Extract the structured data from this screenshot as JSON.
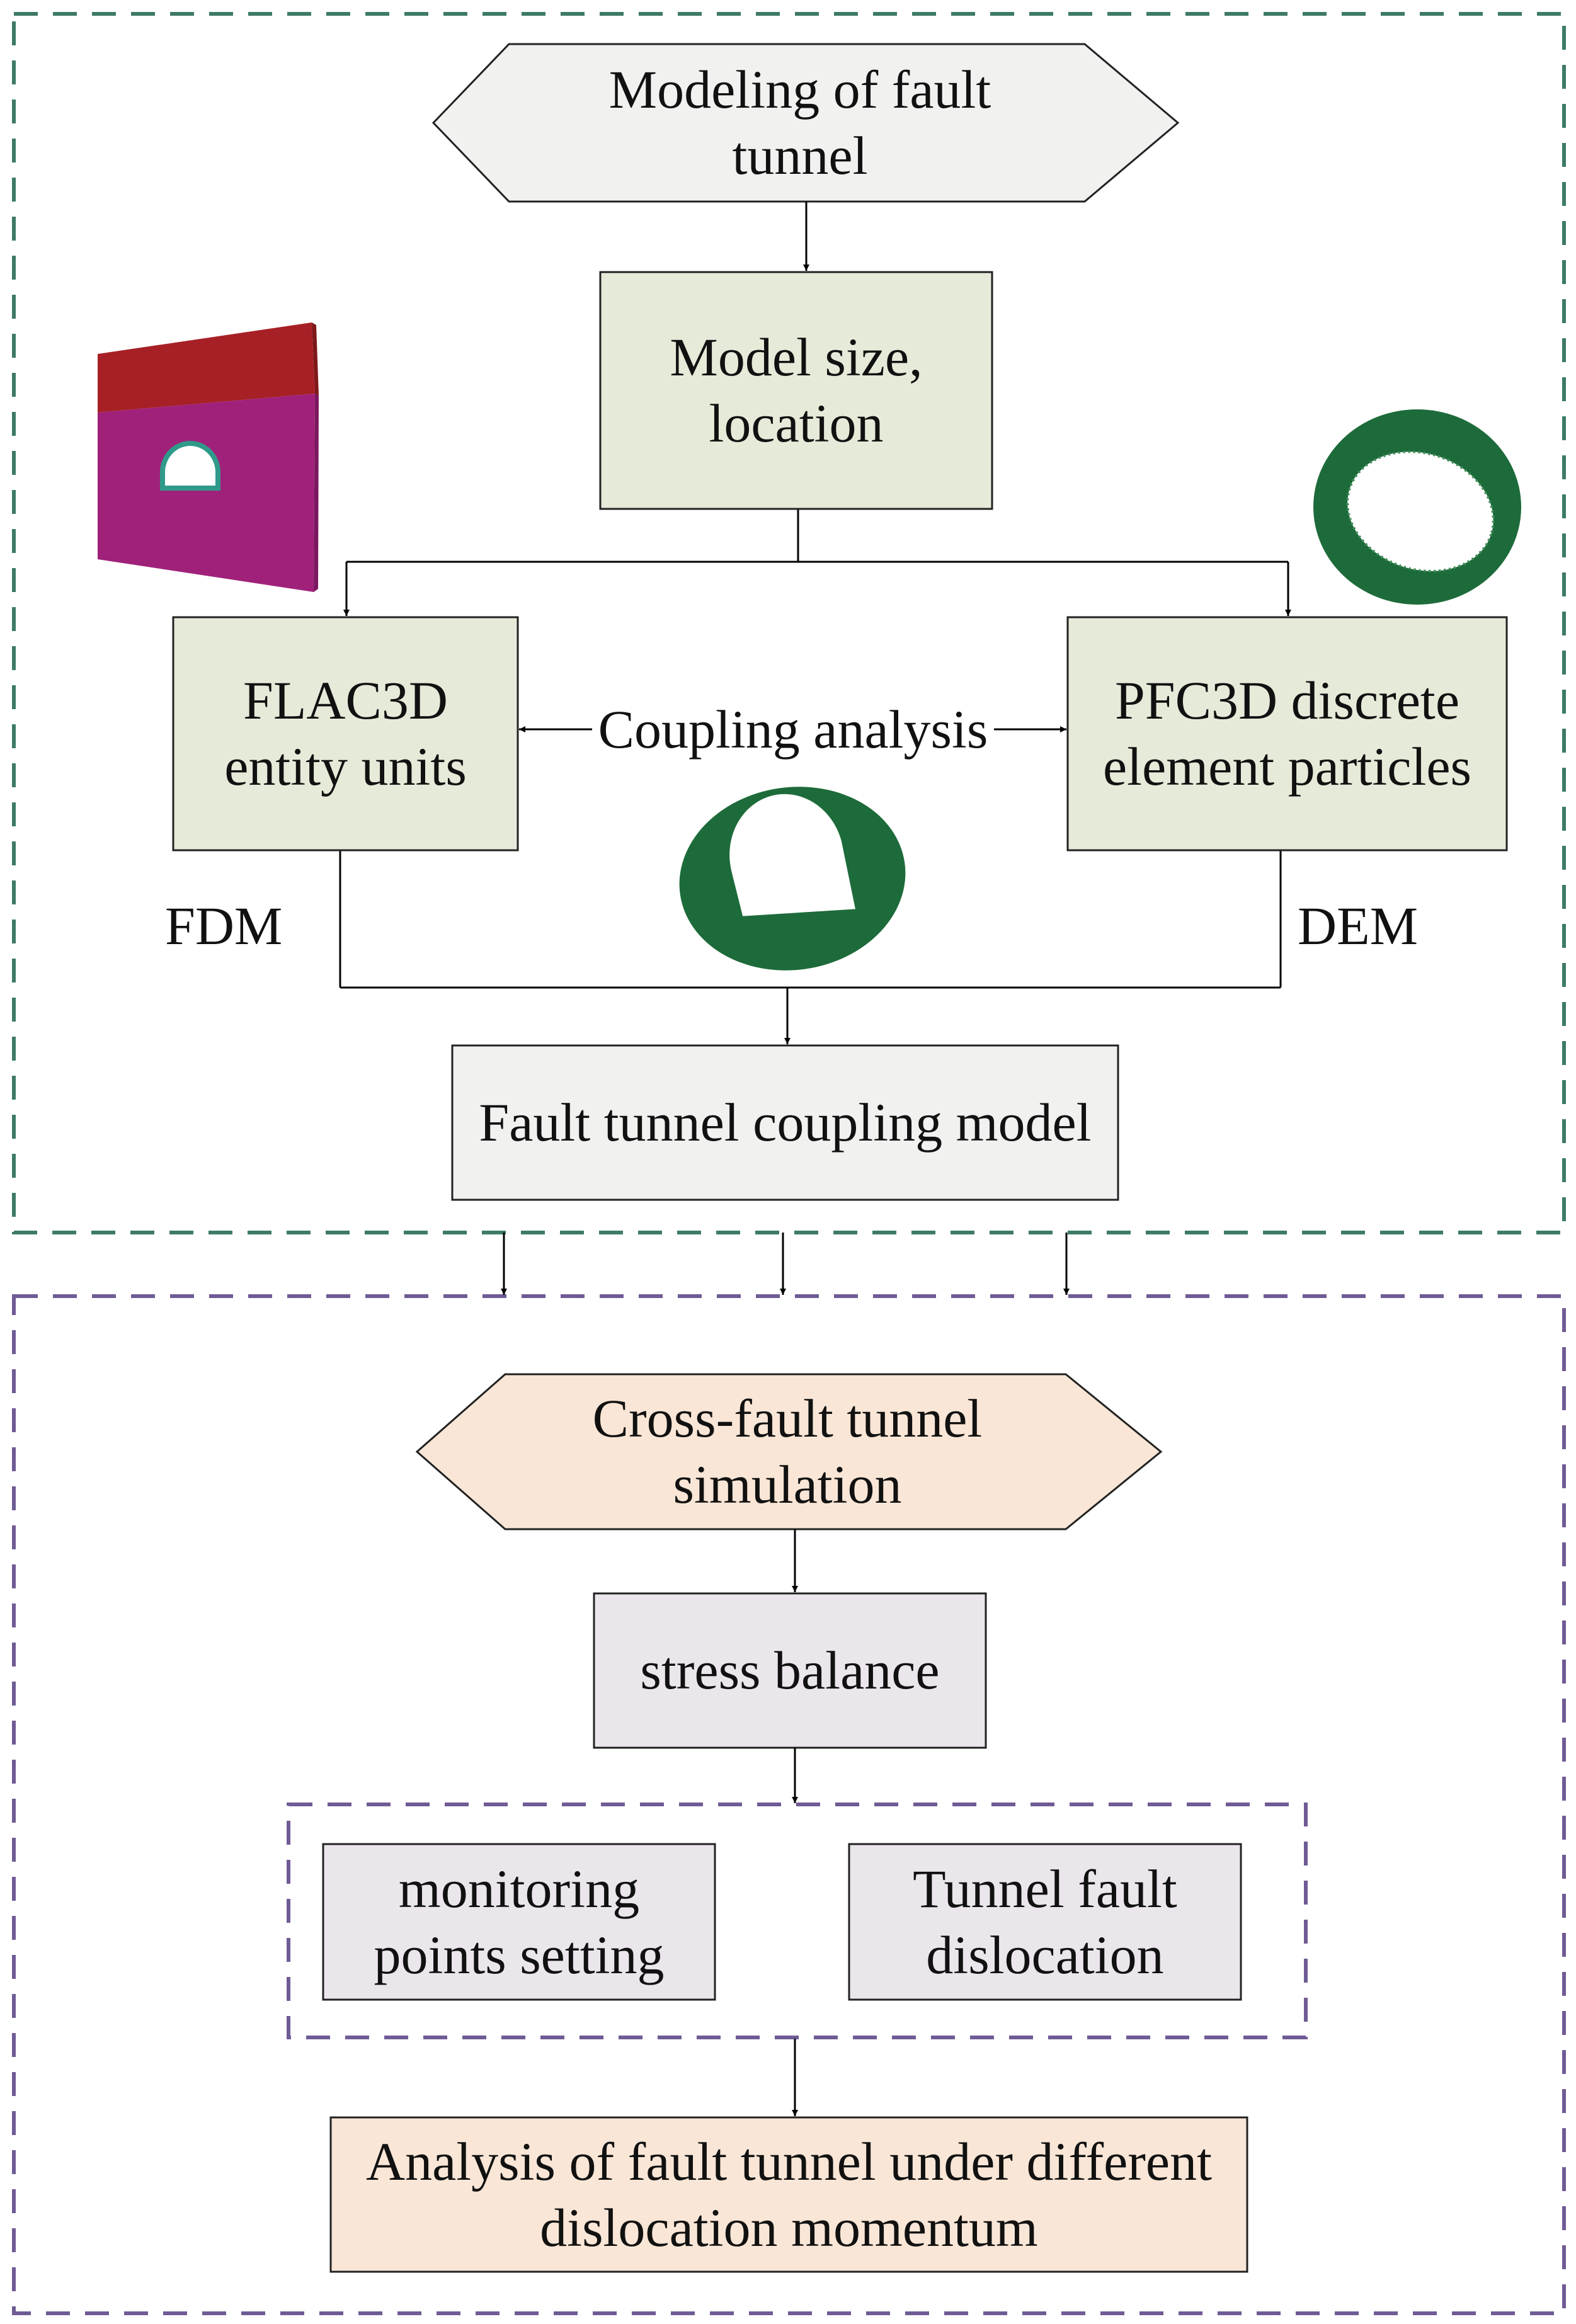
{
  "nodes": {
    "modeling": "Modeling of fault\ntunnel",
    "model_size": "Model size,\nlocation",
    "flac3d": "FLAC3D\nentity units",
    "pfc3d": "PFC3D discrete\nelement particles",
    "coupling_model": "Fault tunnel coupling model",
    "cross_fault": "Cross-fault tunnel\nsimulation",
    "stress_balance": "stress balance",
    "monitoring": "monitoring\npoints setting",
    "dislocation": "Tunnel fault\ndislocation",
    "analysis": "Analysis of fault tunnel under different\ndislocation momentum"
  },
  "labels": {
    "coupling_analysis": "Coupling analysis",
    "fdm": "FDM",
    "dem": "DEM"
  },
  "colors": {
    "frame_top": "#3d7a68",
    "frame_bottom": "#6f5b95",
    "hexagon_top_fill": "#f1f1f0",
    "green_box_fill": "#e6ead9",
    "gray_box_fill": "#f1f1f0",
    "peach_fill": "#f9e6d6",
    "lavender_fill": "#ebe6ec",
    "flac_block_top": "#a62026",
    "flac_block_face": "#a0217a",
    "ring_green": "#1d6b3a"
  }
}
